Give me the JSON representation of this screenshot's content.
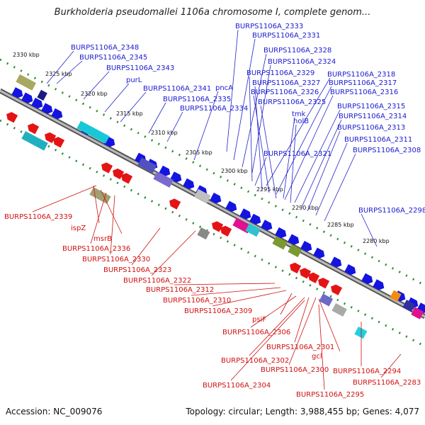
{
  "title": "Burkholderia pseudomallei 1106a chromosome I, complete genom...",
  "footer": {
    "accession": "Accession: NC_009076",
    "topology": "Topology: circular; Length: 3,988,455 bp; Genes: 4,077"
  },
  "colors": {
    "forward_label": "#1a1ad0",
    "reverse_label": "#d01010",
    "backbone": "#777777",
    "ticks": "#2e8b2e"
  },
  "ticks": [
    "2330 kbp",
    "2325 kbp",
    "2320 kbp",
    "2315 kbp",
    "2310 kbp",
    "2305 kbp",
    "2300 kbp",
    "2295 kbp",
    "2290 kbp",
    "2285 kbp",
    "2280 kbp"
  ],
  "top_labels": [
    "BURPS1106A_2333",
    "BURPS1106A_2331",
    "BURPS1106A_2348",
    "BURPS1106A_2328",
    "BURPS1106A_2345",
    "BURPS1106A_2324",
    "BURPS1106A_2343",
    "BURPS1106A_2329",
    "BURPS1106A_2318",
    "purL",
    "BURPS1106A_2327",
    "BURPS1106A_2317",
    "pncA",
    "BURPS1106A_2341",
    "BURPS1106A_2326",
    "BURPS1106A_2316",
    "BURPS1106A_2335",
    "BURPS1106A_2325",
    "BURPS1106A_2334",
    "BURPS1106A_2315",
    "tmk",
    "BURPS1106A_2314",
    "holB",
    "BURPS1106A_2313",
    "BURPS1106A_2311",
    "BURPS1106A_2308",
    "BURPS1106A_2321",
    "BURPS1106A_2298"
  ],
  "bottom_labels": [
    "BURPS1106A_2339",
    "ispZ",
    "msrB",
    "BURPS1106A_2336",
    "BURPS1106A_2330",
    "BURPS1106A_2323",
    "BURPS1106A_2322",
    "BURPS1106A_2312",
    "BURPS1106A_2310",
    "BURPS1106A_2309",
    "psiF",
    "BURPS1106A_2306",
    "BURPS1106A_2301",
    "BURPS1106A_2302",
    "gcl",
    "BURPS1106A_2300",
    "BURPS1106A_2304",
    "BURPS1106A_2294",
    "BURPS1106A_2295",
    "BURPS1106A_2283"
  ]
}
